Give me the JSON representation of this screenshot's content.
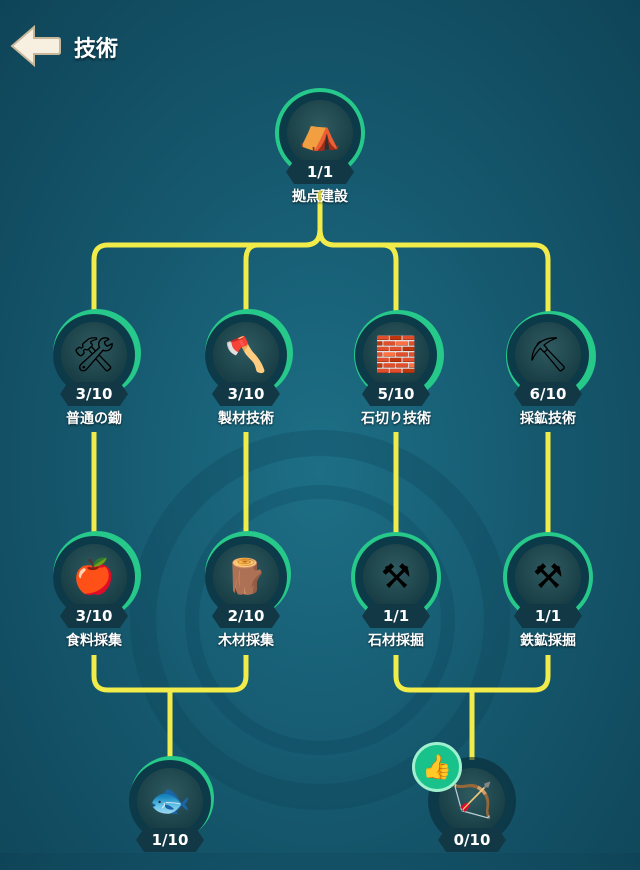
{
  "header": {
    "title": "技術",
    "back_icon": "back-arrow-icon"
  },
  "colors": {
    "connector": "#f2ec4a",
    "progress": "#26c98a",
    "badge": "#19c28a"
  },
  "nodes": {
    "base": {
      "level": "1/1",
      "label": "拠点建設",
      "icon": "camp-tent-icon",
      "progress": 1.0
    },
    "hoe": {
      "level": "3/10",
      "label": "普通の鋤",
      "icon": "plow-icon",
      "progress": 0.3
    },
    "lumber": {
      "level": "3/10",
      "label": "製材技術",
      "icon": "tree-stump-axe-icon",
      "progress": 0.3
    },
    "stonecut": {
      "level": "5/10",
      "label": "石切り技術",
      "icon": "stone-blocks-icon",
      "progress": 0.5
    },
    "mining": {
      "level": "6/10",
      "label": "採鉱技術",
      "icon": "pickaxe-rock-icon",
      "progress": 0.6
    },
    "food": {
      "level": "3/10",
      "label": "食料採集",
      "icon": "fruit-cart-icon",
      "progress": 0.3
    },
    "wood": {
      "level": "2/10",
      "label": "木材採集",
      "icon": "log-cart-icon",
      "progress": 0.2
    },
    "stonedig": {
      "level": "1/1",
      "label": "石材採掘",
      "icon": "stone-pickaxe-icon",
      "progress": 1.0
    },
    "irondig": {
      "level": "1/1",
      "label": "鉄鉱採掘",
      "icon": "iron-pickaxe-icon",
      "progress": 1.0
    },
    "fish": {
      "level": "1/10",
      "label": "",
      "icon": "fish-icon",
      "progress": 0.1
    },
    "bow": {
      "level": "0/10",
      "label": "",
      "icon": "crossbow-icon",
      "progress": 0.0
    }
  },
  "badge": {
    "icon": "thumbs-up-icon"
  }
}
